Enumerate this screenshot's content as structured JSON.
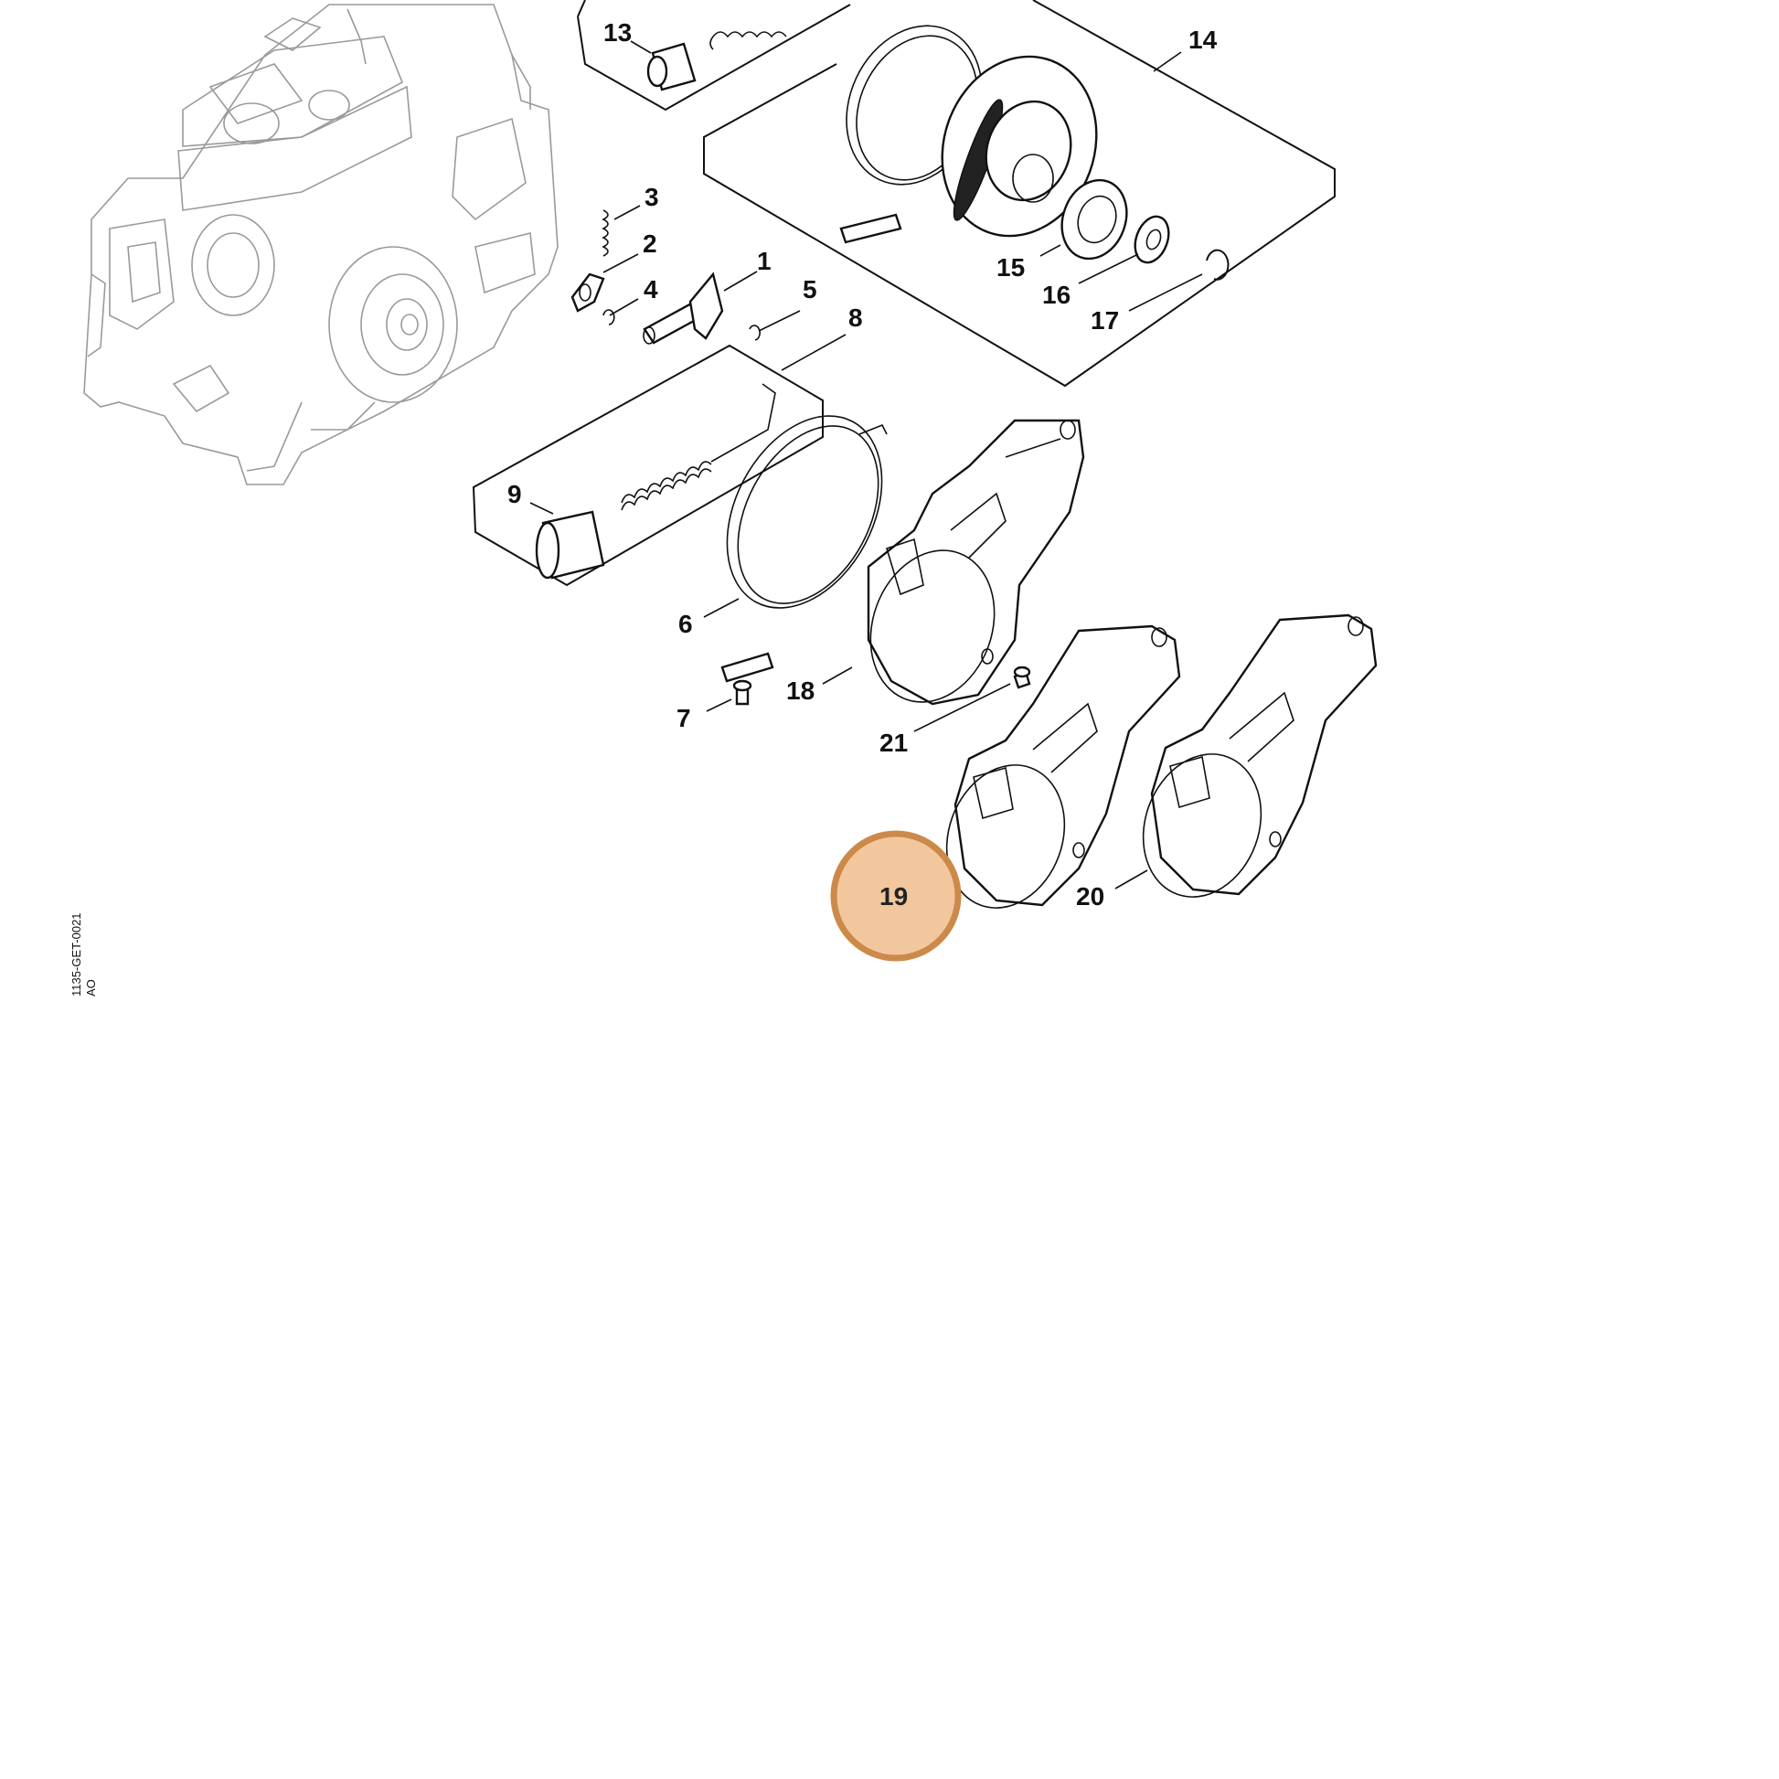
{
  "diagram": {
    "callouts": [
      "13",
      "14",
      "3",
      "2",
      "1",
      "4",
      "5",
      "8",
      "15",
      "16",
      "17",
      "9",
      "6",
      "18",
      "7",
      "21",
      "19",
      "20"
    ],
    "highlight": {
      "label": "19",
      "fill": "#F2C79E",
      "stroke": "#CC8A4A"
    },
    "code_line1": "1135-GET-0021",
    "code_line2": "AO"
  }
}
